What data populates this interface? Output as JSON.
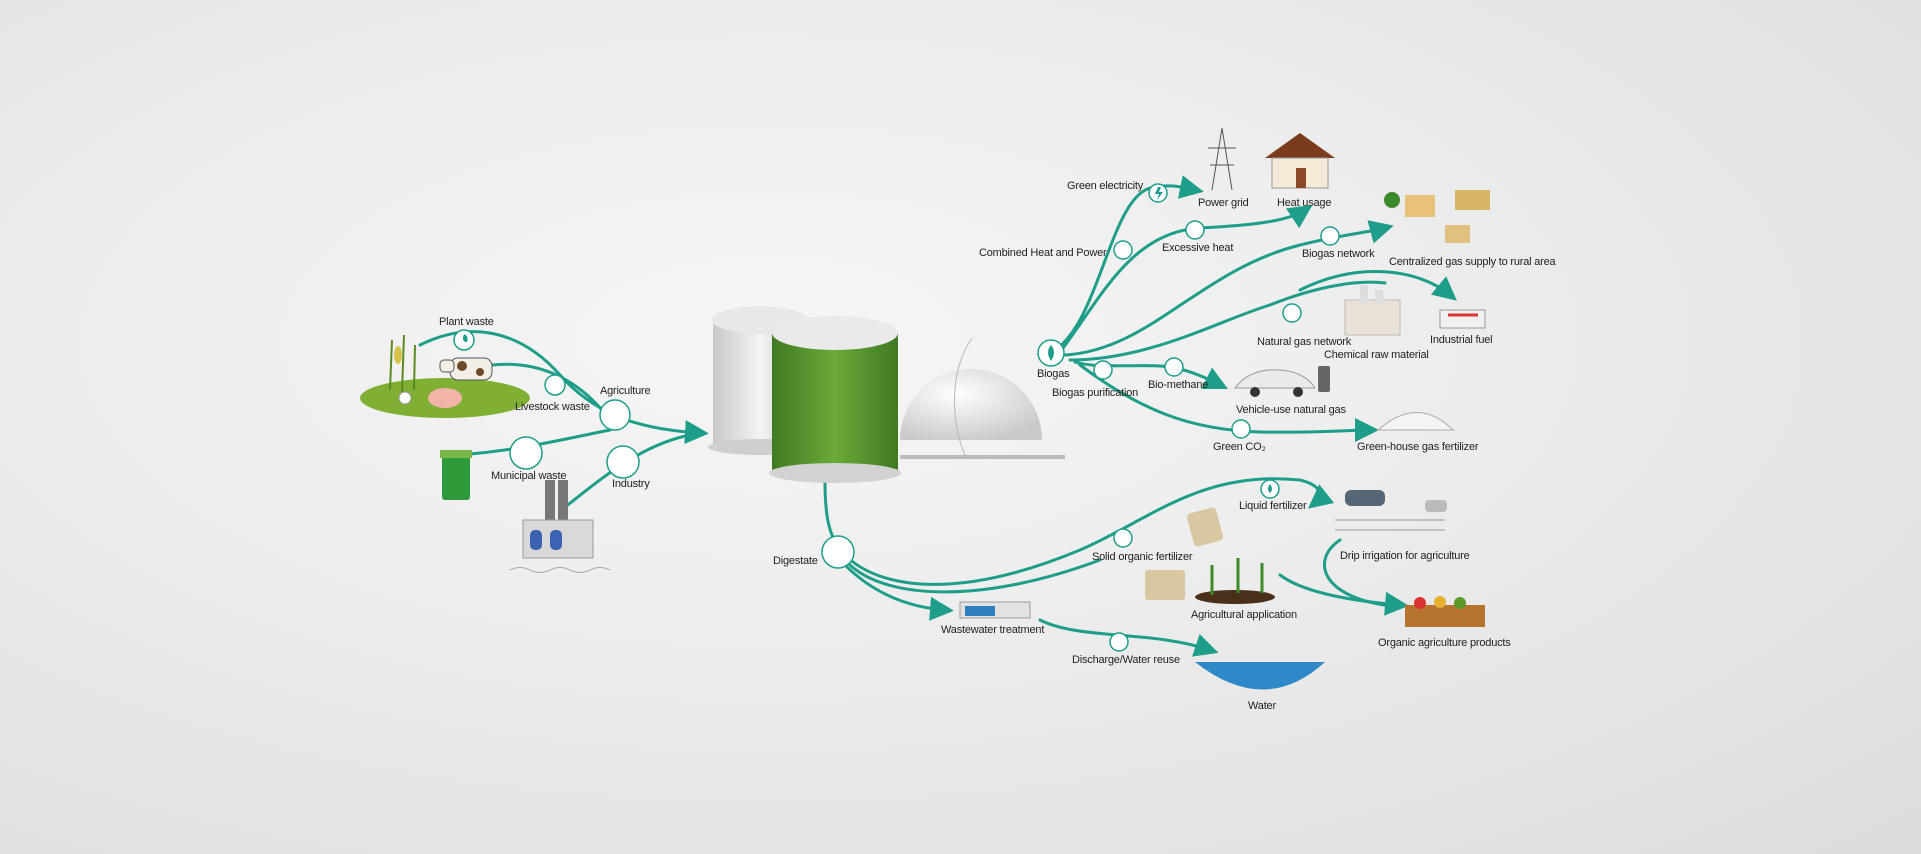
{
  "accent_color": "#1e9e8a",
  "labels": {
    "plant_waste": "Plant waste",
    "livestock_waste": "Livestock waste",
    "agriculture": "Agriculture",
    "municipal_waste": "Municipal waste",
    "industry": "Industry",
    "biogas": "Biogas",
    "biogas_purification": "Biogas purification",
    "green_electricity": "Green electricity",
    "combined_heat_power": "Combined Heat and Power",
    "power_grid": "Power grid",
    "heat_usage": "Heat usage",
    "excessive_heat": "Excessive heat",
    "biogas_network": "Biogas network",
    "centralized_gas": "Centralized gas supply to rural area",
    "natural_gas_network": "Natural gas network",
    "chemical_raw_material": "Chemical raw material",
    "industrial_fuel": "Industrial fuel",
    "bio_methane": "Bio-methane",
    "vehicle_gas": "Vehicle-use natural gas",
    "green_co2": "Green CO₂",
    "greenhouse_fertilizer": "Green-house gas fertilizer",
    "digestate": "Digestate",
    "liquid_fertilizer": "Liquid fertilizer",
    "drip_irrigation": "Drip irrigation for agriculture",
    "solid_fertilizer": "Solid organic fertilizer",
    "agri_application": "Agricultural application",
    "organic_products": "Organic agriculture products",
    "wastewater_treatment": "Wastewater treatment",
    "discharge_reuse": "Discharge/Water reuse",
    "water": "Water"
  },
  "icons": {
    "node_icons": [
      "leaf-icon",
      "bird-icon",
      "tractor-icon",
      "truck-icon",
      "factory-icon",
      "flame-icon",
      "filter-icon",
      "lightning-icon",
      "fan-icon",
      "heat-waves-icon",
      "valve-icon",
      "gas-tap-icon",
      "flame-icon",
      "co2-icon",
      "digestate-icon",
      "droplet-icon",
      "leaf-icon",
      "waves-icon"
    ]
  }
}
